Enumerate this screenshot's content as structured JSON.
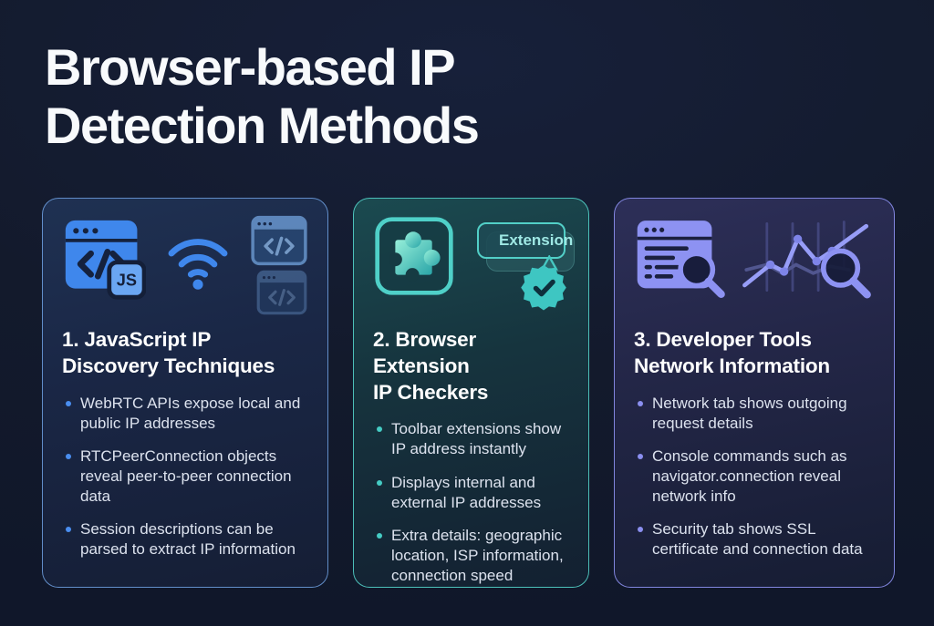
{
  "title": {
    "line1": "Browser-based IP",
    "line2": "Detection Methods"
  },
  "colors": {
    "background": "#131a2c",
    "accent_blue": "#4a8ef0",
    "accent_teal": "#45ccc4",
    "accent_purple": "#8b8ff0",
    "heading_text": "#ffffff",
    "body_text": "#dce2ee"
  },
  "cards": [
    {
      "heading_line1": "1. JavaScript IP",
      "heading_line2": "Discovery Techniques",
      "badge_label": "JS",
      "icons": [
        "browser-code-window",
        "wifi",
        "browser-code-small",
        "browser-code-faded"
      ],
      "bullets": [
        "WebRTC APIs expose local and public IP addresses",
        "RTCPeerConnection objects reveal peer-to-peer connection data",
        "Session descriptions can be parsed to extract IP information"
      ]
    },
    {
      "heading_line1": "2. Browser Extension",
      "heading_line2": "IP Checkers",
      "extension_label": "Extension",
      "icons": [
        "puzzle-piece-tile",
        "extension-pill",
        "verified-badge"
      ],
      "bullets": [
        "Toolbar extensions show IP address instantly",
        "Displays internal and external IP addresses",
        "Extra details: geographic location, ISP information, connection speed"
      ]
    },
    {
      "heading_line1": "3. Developer Tools",
      "heading_line2": "Network Information",
      "icons": [
        "devtools-inspect-window",
        "network-graph-magnifier"
      ],
      "bullets": [
        "Network tab shows outgoing request details",
        "Console commands such as navigator.connection reveal network info",
        "Security tab shows SSL certificate and connection data"
      ]
    }
  ]
}
